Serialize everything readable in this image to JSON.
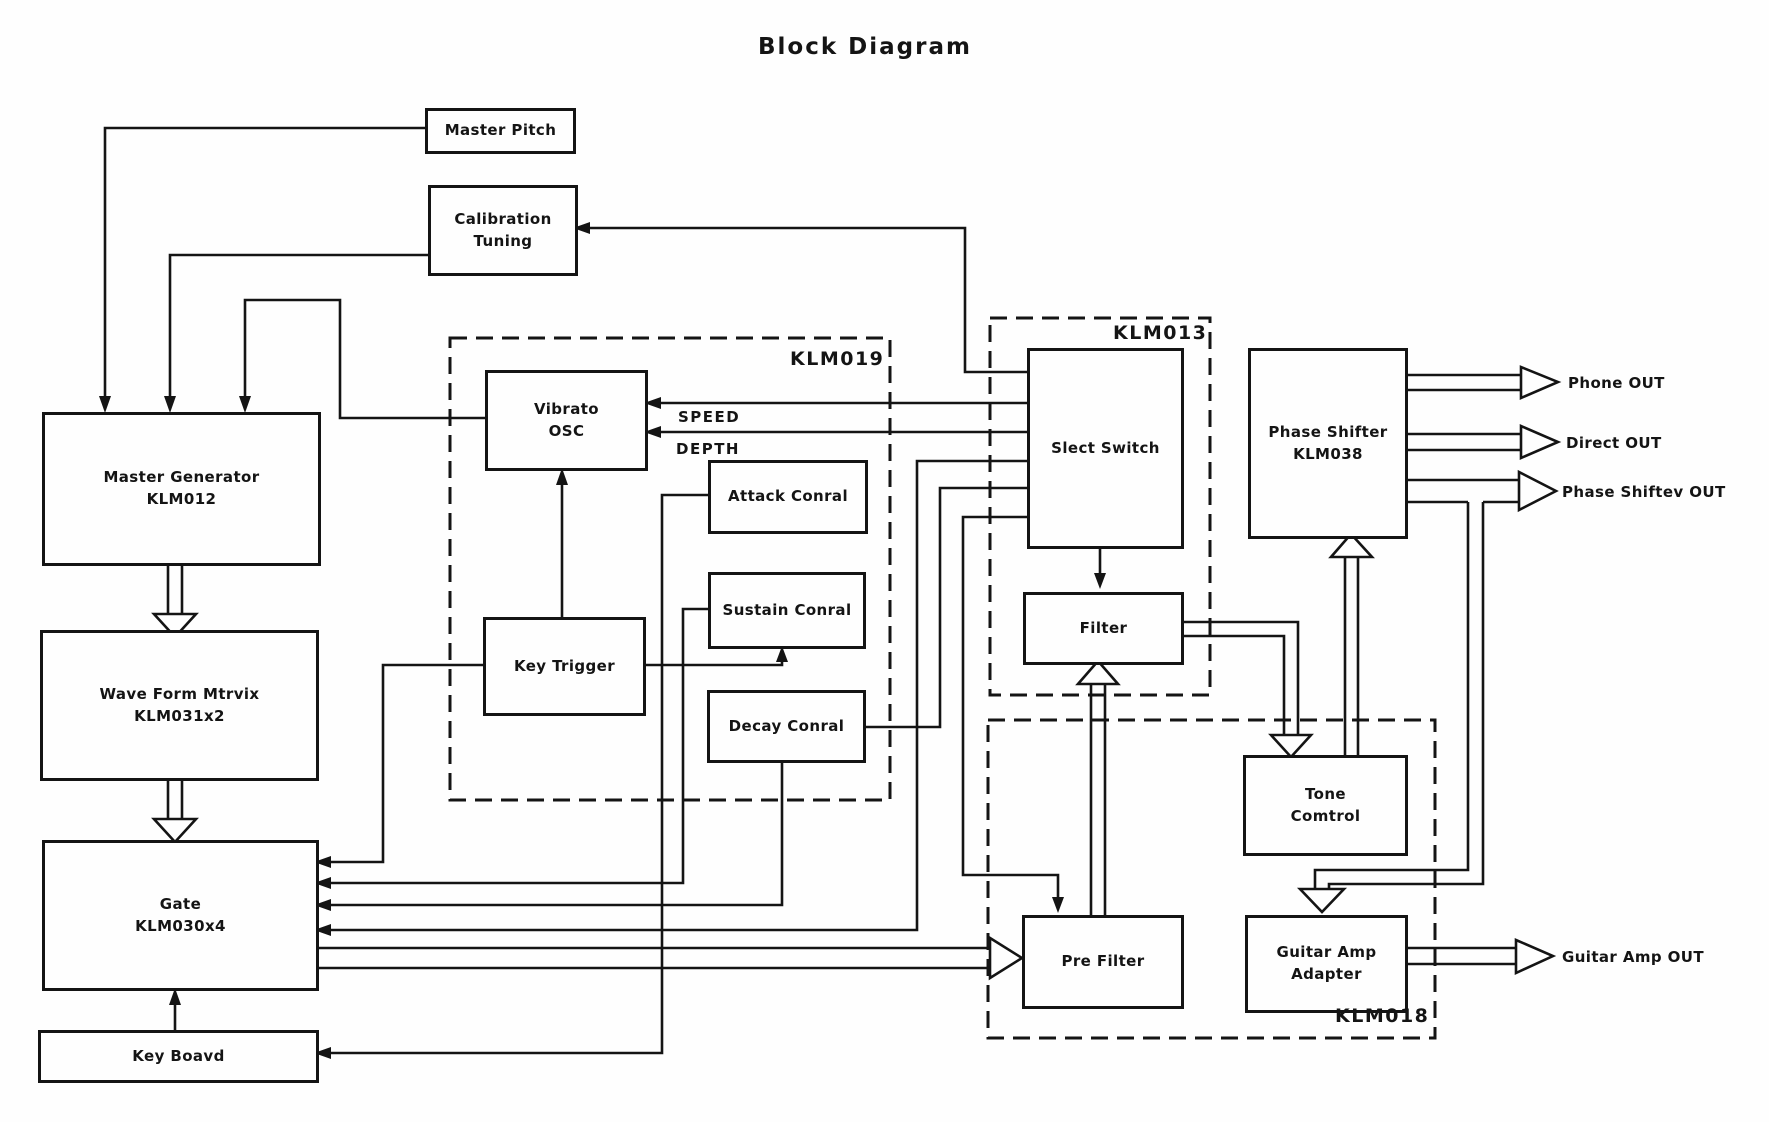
{
  "title": "Block Diagram",
  "nodes": {
    "master_pitch": {
      "label": "Master Pitch"
    },
    "calibration_tuning": {
      "line1": "Calibration",
      "line2": "Tuning"
    },
    "master_generator": {
      "line1": "Master Generator",
      "line2": "KLM012"
    },
    "wave_form_matrix": {
      "line1": "Wave Form Mtrvix",
      "line2": "KLM031x2"
    },
    "gate": {
      "line1": "Gate",
      "line2": "KLM030x4"
    },
    "key_board": {
      "label": "Key Boavd"
    },
    "vibrato_osc": {
      "line1": "Vibrato",
      "line2": "OSC"
    },
    "key_trigger": {
      "label": "Key Trigger"
    },
    "attack_control": {
      "label": "Attack Conral"
    },
    "sustain_control": {
      "label": "Sustain Conral"
    },
    "decay_control": {
      "label": "Decay Conral"
    },
    "select_switch": {
      "label": "Slect Switch"
    },
    "filter": {
      "label": "Filter"
    },
    "phase_shifter": {
      "line1": "Phase Shifter",
      "line2": "KLM038"
    },
    "tone_control": {
      "line1": "Tone",
      "line2": "Comtrol"
    },
    "pre_filter": {
      "label": "Pre Filter"
    },
    "guitar_amp_adapter": {
      "line1": "Guitar Amp",
      "line2": "Adapter"
    }
  },
  "groups": {
    "klm019": "KLM019",
    "klm013": "KLM013",
    "klm018": "KLM018"
  },
  "signal_labels": {
    "speed": "SPEED",
    "depth": "DEPTH"
  },
  "outputs": {
    "phone": "Phone OUT",
    "direct": "Direct OUT",
    "phase_shifter": "Phase Shiftev OUT",
    "guitar_amp": "Guitar Amp OUT"
  },
  "colors": {
    "ink": "#141414",
    "background": "#fefefe"
  }
}
